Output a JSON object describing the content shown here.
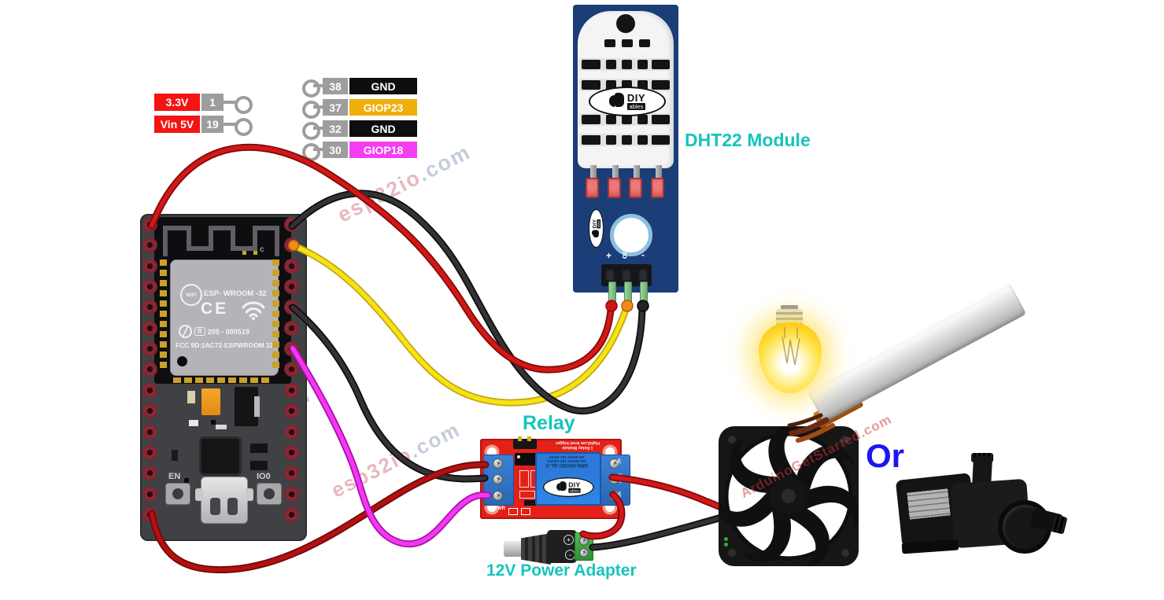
{
  "labels": {
    "dht22": "DHT22 Module",
    "relay": "Relay",
    "power_adapter": "12V Power Adapter",
    "or": "Or"
  },
  "watermarks": {
    "site1a": "esp32io",
    "site1b": ".com",
    "site2": "ArduinoGetStarted.com"
  },
  "esp32": {
    "left_legend": [
      {
        "name": "3.3V",
        "pin": "1"
      },
      {
        "name": "Vin 5V",
        "pin": "19"
      }
    ],
    "right_legend": [
      {
        "pin": "38",
        "name": "GND",
        "color": "#0d0d0d"
      },
      {
        "pin": "37",
        "name": "GIOP23",
        "color": "#efae0a"
      },
      {
        "pin": "32",
        "name": "GND",
        "color": "#0d0d0d"
      },
      {
        "pin": "30",
        "name": "GIOP18",
        "color": "#f43ef4"
      }
    ],
    "antenna_mark": "c",
    "shield": {
      "badge": "WiFi",
      "model": "ESP- WROOM -32",
      "ce": "CE",
      "reg_prefix": "R",
      "reg": "205 - 000519",
      "fcc": "FCC 9D:2AC72-ESPWROOM 32"
    },
    "button_left": "EN",
    "button_right": "IO0"
  },
  "dht22": {
    "logo_top": "DIY",
    "logo_bottom": "ables",
    "pin_plus": "+",
    "pin_out": "out",
    "pin_minus": "-"
  },
  "relay": {
    "top_line1": "1 Relay Module",
    "top_line2": "High/Low level trigger",
    "cube_model": "SRD-05VDC-SL-C",
    "cube_rating1": "10A 250VAC 10A 125VAC",
    "cube_rating2": "10A 30VDC 10A 28VDC",
    "logo_top": "DIY",
    "logo_bottom": "ables",
    "pwr": "PWR",
    "terms_right": [
      "NC",
      "COM",
      "NO"
    ]
  },
  "power_adapter": {
    "plus": "+",
    "minus": "-"
  },
  "colors": {
    "accent_cyan": "#15c4bd",
    "or_blue": "#1b15f0",
    "wire_red": "#cf1616",
    "wire_dark_red": "#b01212",
    "wire_black": "#2c2c2e",
    "wire_yellow": "#f4e414",
    "wire_magenta": "#f035f0",
    "relay_board": "#e32118",
    "dht_pcb": "#1b3d78",
    "label_gnd": "#0d0d0d",
    "label_giop23": "#efae0a",
    "label_giop18": "#f43ef4"
  }
}
